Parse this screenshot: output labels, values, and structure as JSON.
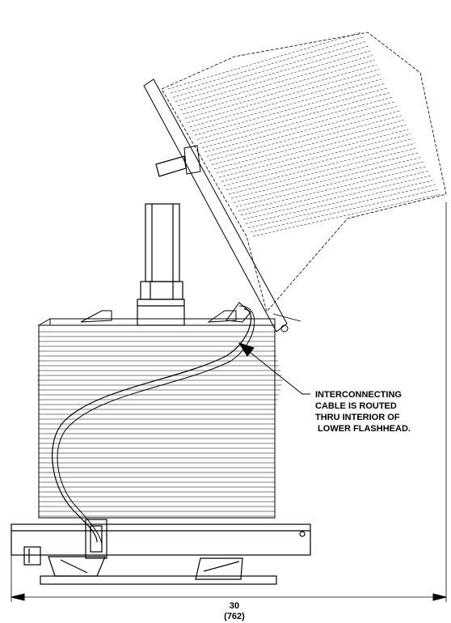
{
  "annotation": {
    "lines": [
      "INTERCONNECTING",
      "CABLE IS ROUTED",
      "THRU INTERIOR OF",
      " LOWER FLASHHEAD."
    ]
  },
  "dimension": {
    "value": "30",
    "metric": "(762)"
  },
  "colors": {
    "ink": "#000000",
    "paper": "#ffffff"
  }
}
